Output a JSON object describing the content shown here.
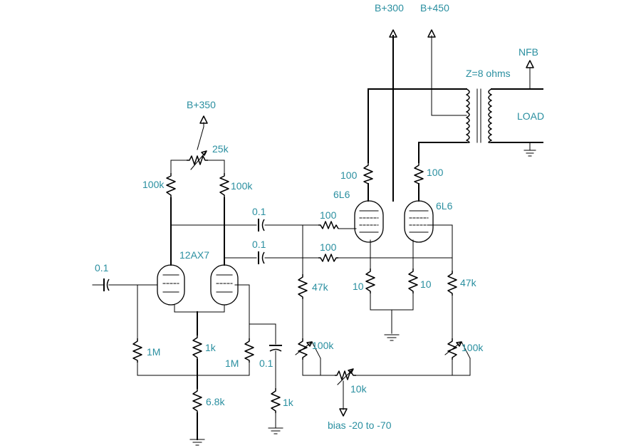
{
  "diagram": {
    "supplies": {
      "b_plus_300": "B+300",
      "b_plus_450": "B+450",
      "b_plus_350": "B+350"
    },
    "transformer": {
      "impedance": "Z=8 ohms",
      "nfb": "NFB",
      "load": "LOAD"
    },
    "tubes": {
      "driver": "12AX7",
      "output_left": "6L6",
      "output_right": "6L6"
    },
    "resistors": {
      "balance_pot": "25k",
      "plate_left": "100k",
      "plate_right": "100k",
      "grid_stop_left": "100",
      "grid_stop_right": "100",
      "screen_left": "100",
      "screen_right": "100",
      "bias_left": "47k",
      "bias_right": "47k",
      "cathode_left": "10",
      "cathode_right": "10",
      "grid_1m_left": "1M",
      "grid_1m_right": "1M",
      "tail_1k": "1k",
      "tail_6_8k": "6.8k",
      "bypass_1k": "1k",
      "bias_pot_left": "100k",
      "bias_pot_right": "100k",
      "bias_pot_center": "10k"
    },
    "capacitors": {
      "coupling_top": "0.1",
      "coupling_bottom": "0.1",
      "input": "0.1",
      "bypass": "0.1"
    },
    "bias_label": "bias -20 to -70"
  }
}
